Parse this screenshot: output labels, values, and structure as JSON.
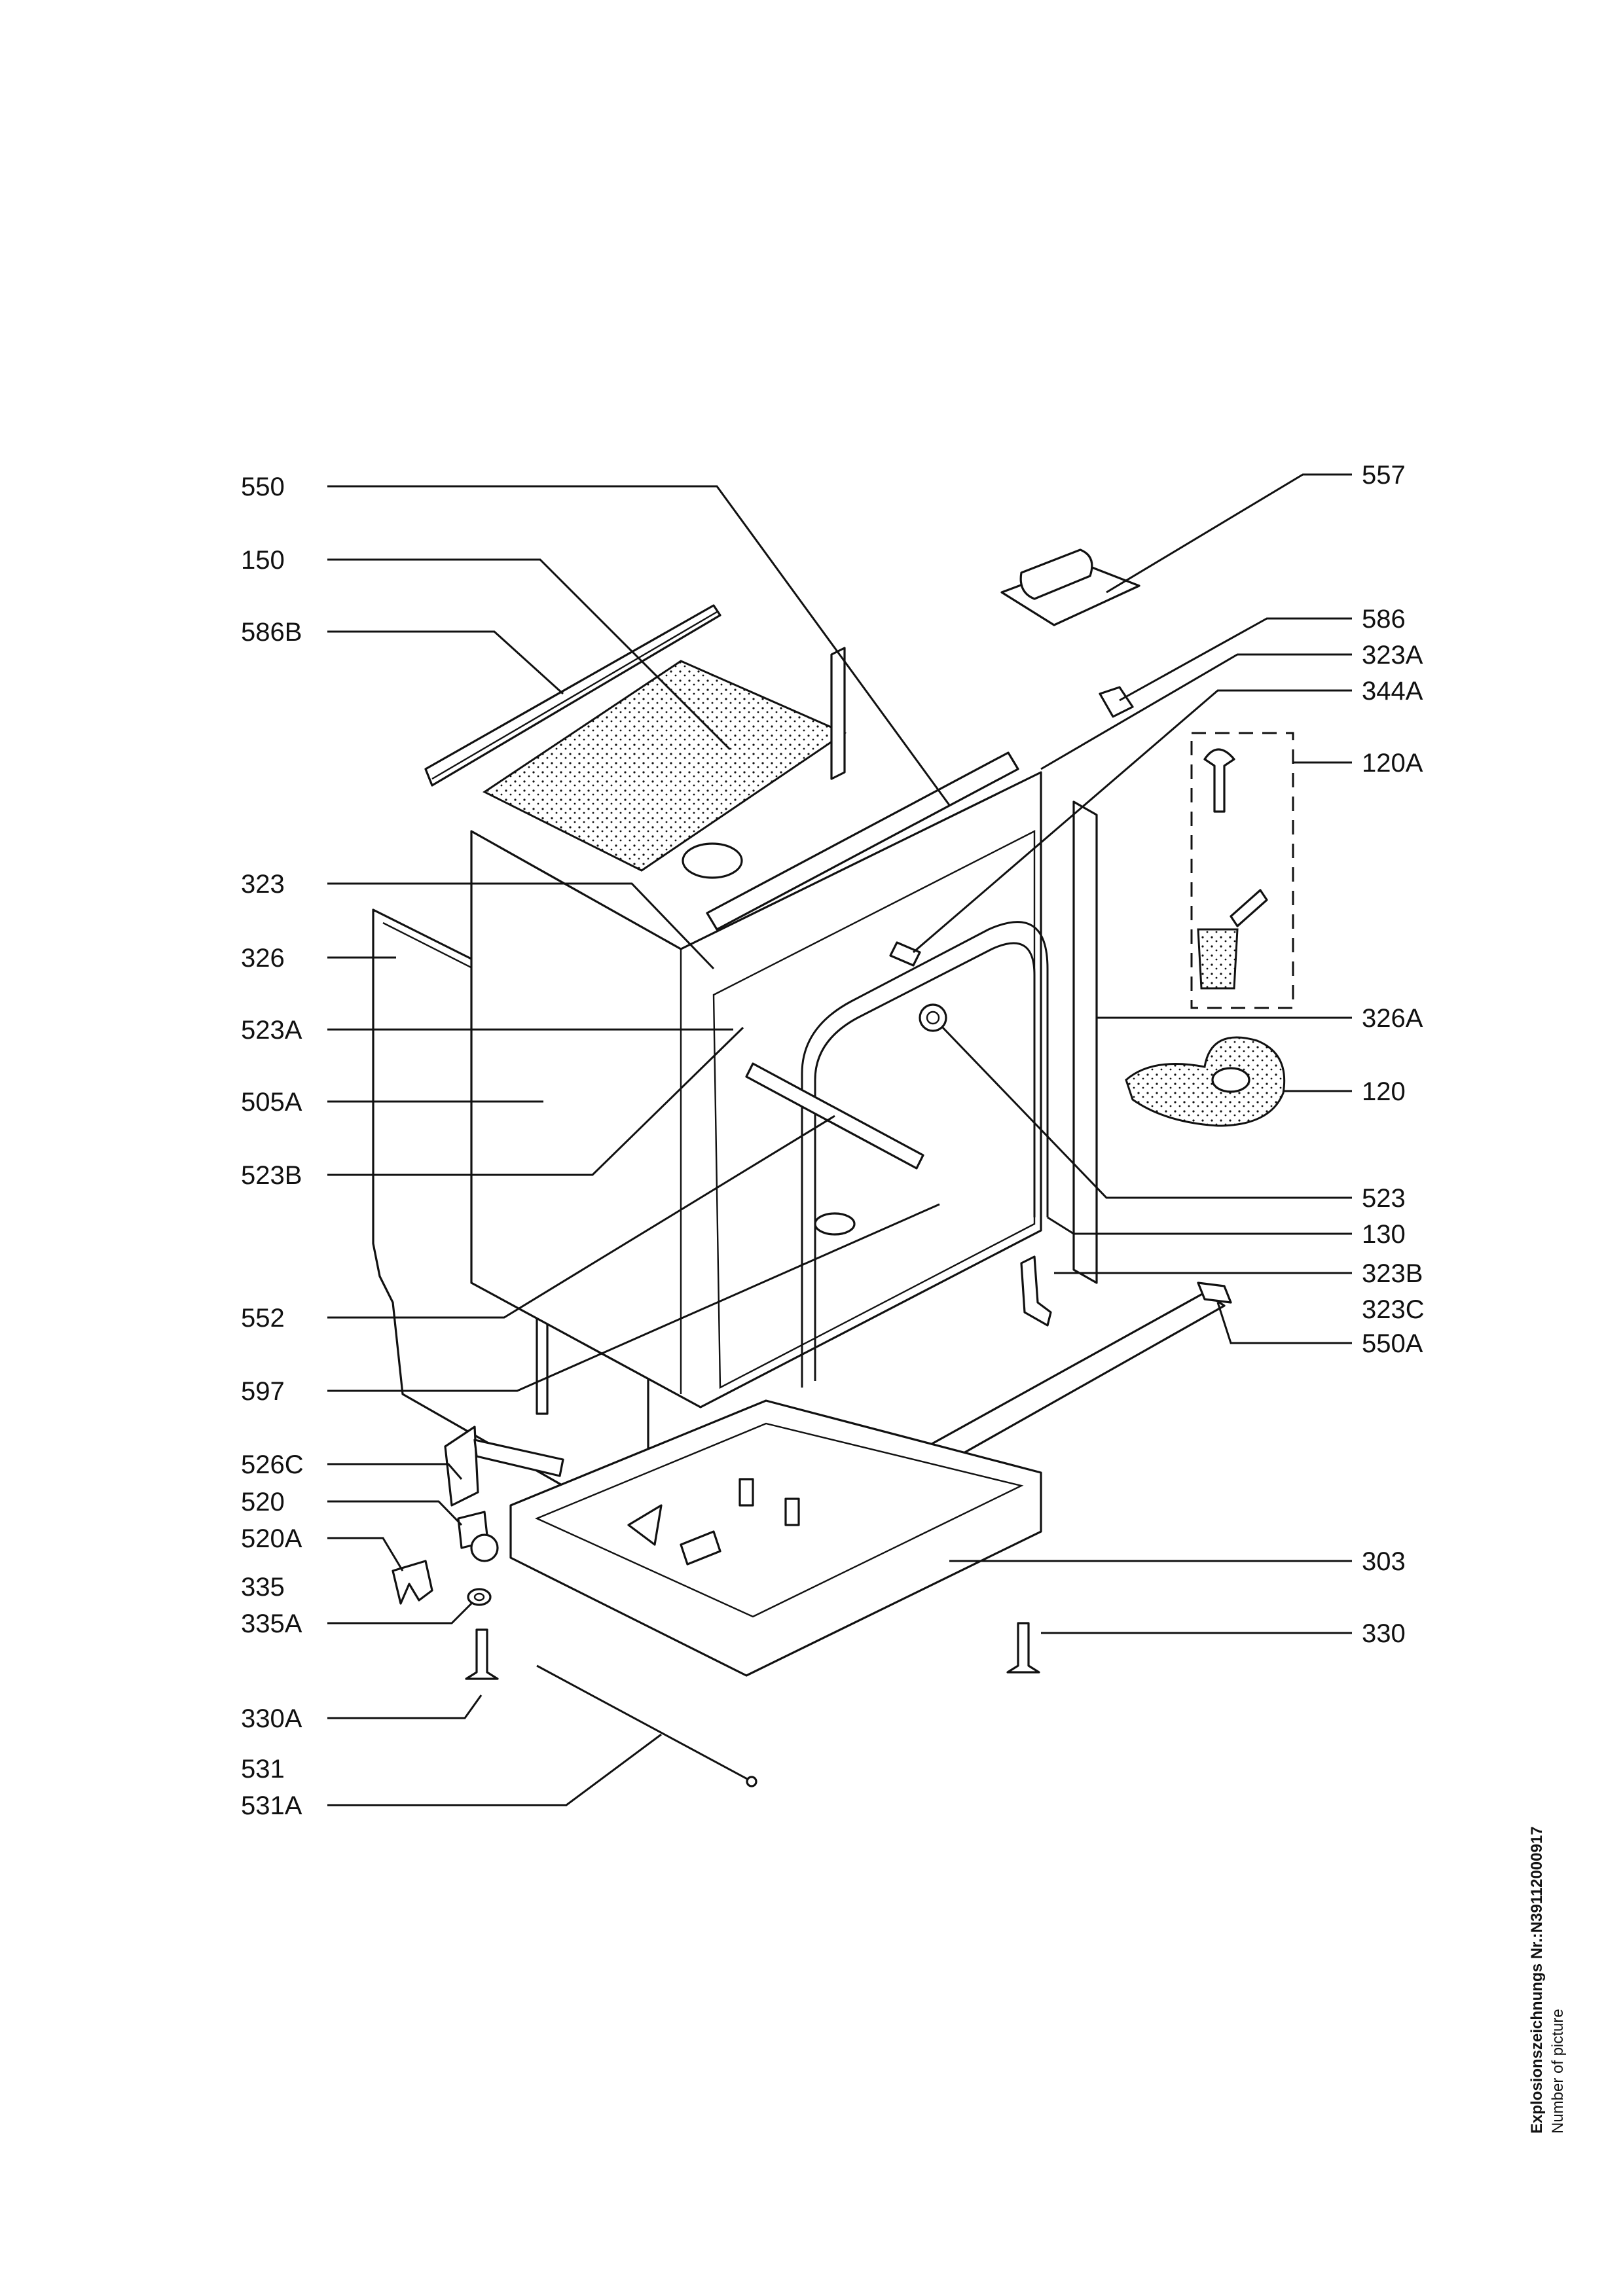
{
  "drawing": {
    "number_label": "Explosionszeichnungs Nr.:N39112000917",
    "number_caption": "Number of picture"
  },
  "labels": {
    "l550": "550",
    "l150": "150",
    "l586B": "586B",
    "l323": "323",
    "l326": "326",
    "l523A": "523A",
    "l505A": "505A",
    "l523B": "523B",
    "l552": "552",
    "l597": "597",
    "l526C": "526C",
    "l520": "520",
    "l520A": "520A",
    "l335": "335",
    "l335A": "335A",
    "l330A": "330A",
    "l531": "531",
    "l531A": "531A",
    "l557": "557",
    "l586": "586",
    "l323A": "323A",
    "l344A": "344A",
    "l120A": "120A",
    "l326A": "326A",
    "l120": "120",
    "l523": "523",
    "l130": "130",
    "l323B": "323B",
    "l323C": "323C",
    "l550A": "550A",
    "l303": "303",
    "l330": "330"
  }
}
